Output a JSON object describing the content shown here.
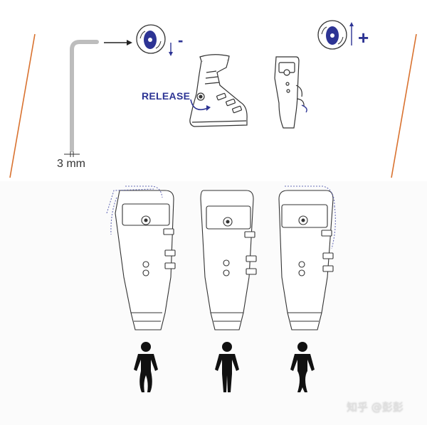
{
  "labels": {
    "hex_key_size": "3 mm",
    "release": "RELEASE",
    "decrease_sign": "-",
    "increase_sign": "+"
  },
  "watermark": "知乎 @彭彭",
  "colors": {
    "accent_blue": "#2d3494",
    "cut_line_orange": "#d9722f",
    "line_art": "#333333",
    "figure_black": "#111111"
  },
  "icons": [
    "hex-key-icon",
    "cant-dial-minus-icon",
    "cant-dial-plus-icon",
    "ski-boot-icon",
    "boot-cuff-icon",
    "person-icon"
  ]
}
